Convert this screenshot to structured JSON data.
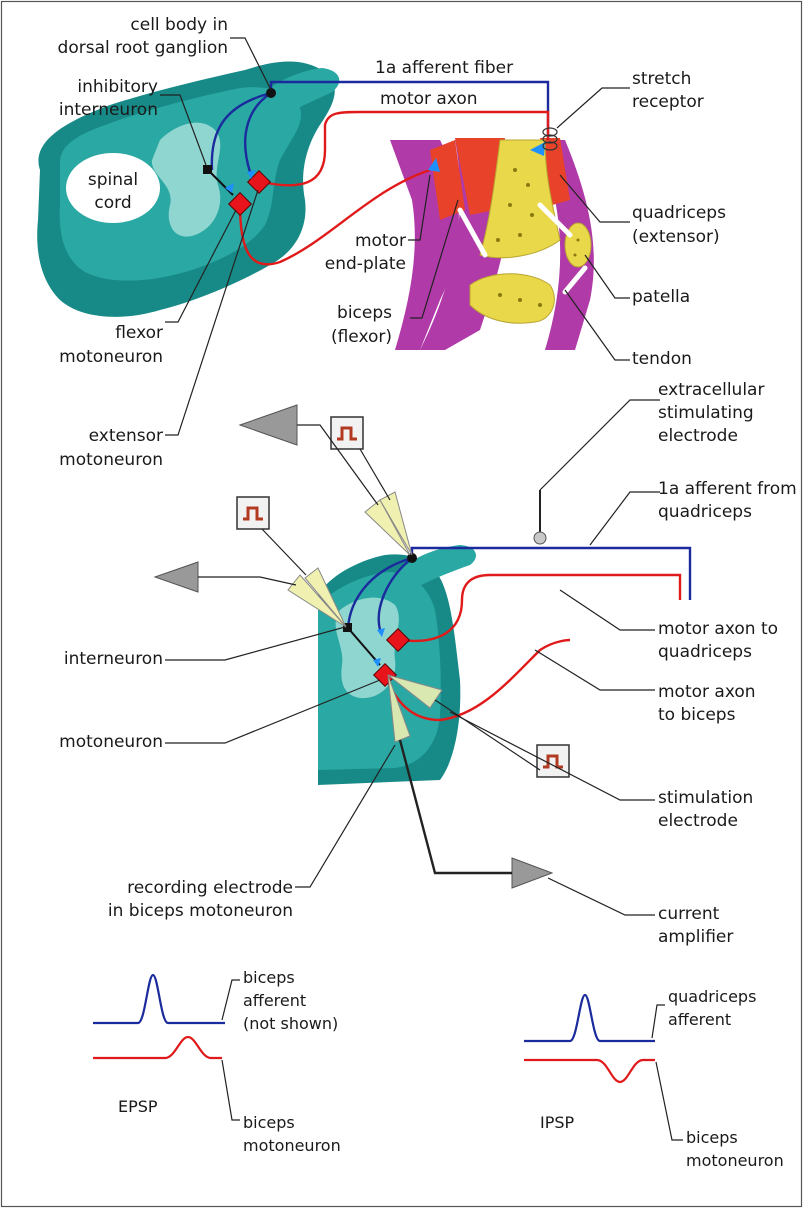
{
  "colors": {
    "cord_dark": "#178a87",
    "cord_mid": "#2aa8a3",
    "cord_light": "#8fd6d1",
    "afferent": "#1b2a9c",
    "motor": "#e01a1a",
    "muscle_purple": "#b03aa8",
    "muscle_red": "#e8432a",
    "bone": "#e8d84a",
    "label_line": "#222222",
    "neuron_red": "#e8141c",
    "terminal_blue": "#1e90ff",
    "stim_brown": "#b23a22"
  },
  "top_diagram": {
    "spinal_cord": "spinal cord",
    "cell_body": [
      "cell body in",
      "dorsal root ganglion"
    ],
    "afferent_fiber": "1a afferent fiber",
    "inhibitory_interneuron": [
      "inhibitory",
      "interneuron"
    ],
    "motor_axon": "motor axon",
    "stretch_receptor": [
      "stretch",
      "receptor"
    ],
    "quadriceps": [
      "quadriceps",
      "(extensor)"
    ],
    "motor_endplate": [
      "motor",
      "end-plate"
    ],
    "patella": "patella",
    "biceps": [
      "biceps",
      "(flexor)"
    ],
    "tendon": "tendon",
    "flexor_motoneuron": [
      "flexor",
      "motoneuron"
    ],
    "extensor_motoneuron": [
      "extensor",
      "motoneuron"
    ]
  },
  "bottom_diagram": {
    "stimulating_electrode": [
      "extracellular",
      "stimulating",
      "electrode"
    ],
    "afferent_from_quadriceps": [
      "1a afferent from",
      "quadriceps"
    ],
    "interneuron": "interneuron",
    "motor_axon_quadriceps": [
      "motor  axon to",
      "quadriceps"
    ],
    "motor_axon_biceps": [
      "motor axon",
      "to biceps"
    ],
    "motoneuron": "motoneuron",
    "stimulation_electrode": [
      "stimulation",
      "electrode"
    ],
    "recording_electrode": [
      "recording electrode",
      "in biceps motoneuron"
    ],
    "current_amplifier": [
      "current",
      "amplifier"
    ]
  },
  "traces": {
    "epsp_label": "EPSP",
    "ipsp_label": "IPSP",
    "left_afferent": [
      "biceps",
      "afferent",
      "(not shown)"
    ],
    "left_motoneuron": [
      "biceps",
      "motoneuron"
    ],
    "right_afferent": [
      "quadriceps",
      "afferent"
    ],
    "right_motoneuron": [
      "biceps",
      "motoneuron"
    ]
  }
}
